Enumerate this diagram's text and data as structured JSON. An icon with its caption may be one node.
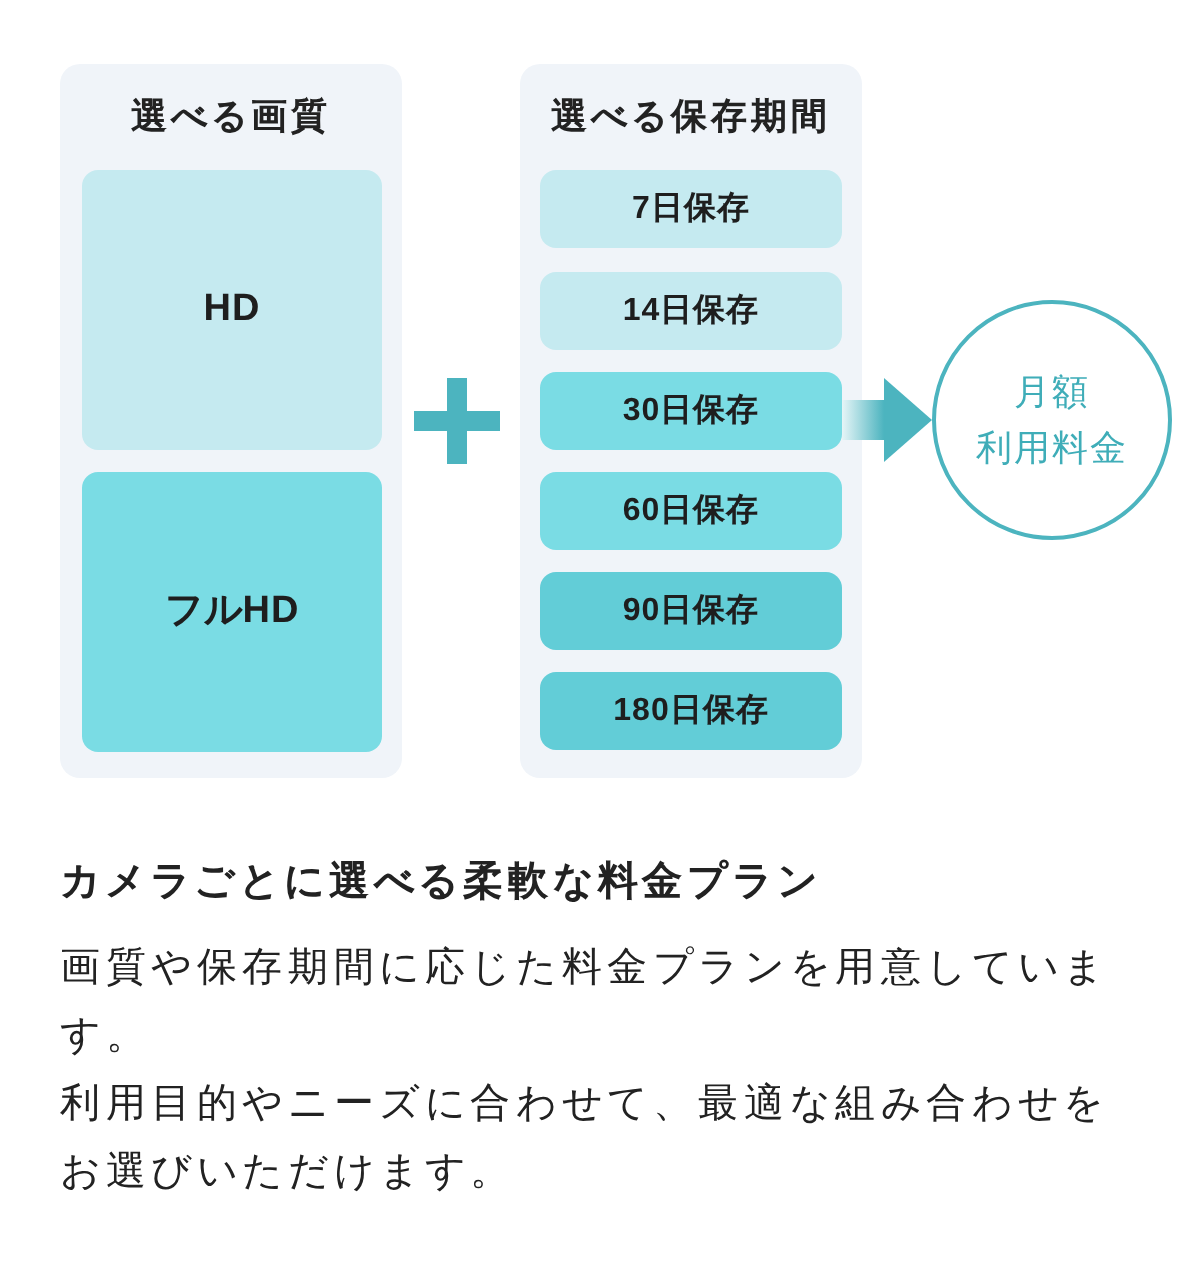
{
  "diagram": {
    "title": "カメラごとに選べる柔軟な料金プラン",
    "nodes": [
      {
        "text": [
          "選べる画質"
        ]
      },
      {
        "text": [
          "HD"
        ],
        "in": 0
      },
      {
        "text": [
          "フルHD"
        ],
        "in": 0
      },
      {
        "text": [
          "選べる保存期間"
        ]
      },
      {
        "text": [
          "7日保存"
        ],
        "in": 3
      },
      {
        "text": [
          "14日保存"
        ],
        "in": 3
      },
      {
        "text": [
          "30日保存"
        ],
        "in": 3
      },
      {
        "text": [
          "60日保存"
        ],
        "in": 3
      },
      {
        "text": [
          "90日保存"
        ],
        "in": 3
      },
      {
        "text": [
          "180日保存"
        ],
        "in": 3
      },
      {
        "text": [
          "月額",
          "利用料金"
        ]
      }
    ],
    "edges": [
      {
        "from": 6,
        "to": 10,
        "arrow": "to",
        "style": "thick"
      }
    ],
    "labels": [
      "画質や保存期間に応じた料金プランを用意しています。",
      "利用目的やニーズに合わせて、最適な組み合わせをお選びいただけます。"
    ]
  }
}
